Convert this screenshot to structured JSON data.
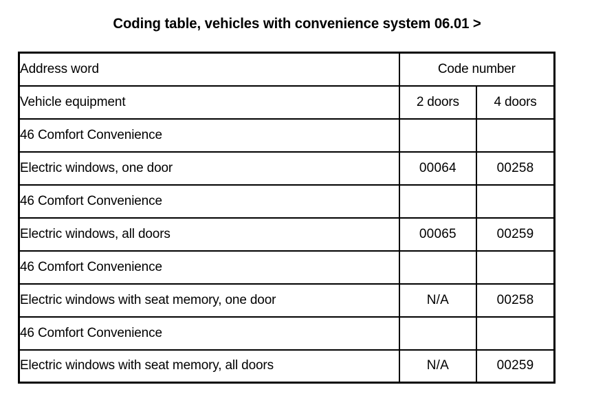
{
  "document": {
    "title": "Coding table, vehicles with convenience system 06.01 >"
  },
  "table": {
    "header_rows": [
      {
        "label": "Address word",
        "code_group": "Code number"
      },
      {
        "label": "Vehicle equipment",
        "two_doors": "2 doors",
        "four_doors": "4 doors"
      }
    ],
    "columns": {
      "label": "Vehicle equipment",
      "two_doors": "2 doors",
      "four_doors": "4 doors"
    },
    "rows": [
      {
        "label": "46 Comfort Convenience",
        "two_doors": "",
        "four_doors": ""
      },
      {
        "label": "Electric windows, one door",
        "two_doors": "00064",
        "four_doors": "00258"
      },
      {
        "label": "46 Comfort Convenience",
        "two_doors": "",
        "four_doors": ""
      },
      {
        "label": "Electric windows, all doors",
        "two_doors": "00065",
        "four_doors": "00259"
      },
      {
        "label": "46 Comfort Convenience",
        "two_doors": "",
        "four_doors": ""
      },
      {
        "label": "Electric windows with seat memory, one door",
        "two_doors": "N/A",
        "four_doors": "00258"
      },
      {
        "label": "46 Comfort Convenience",
        "two_doors": "",
        "four_doors": ""
      },
      {
        "label": "Electric windows with seat memory, all doors",
        "two_doors": "N/A",
        "four_doors": "00259"
      }
    ]
  },
  "colors": {
    "background": "#ffffff",
    "text": "#000000",
    "border": "#000000"
  }
}
